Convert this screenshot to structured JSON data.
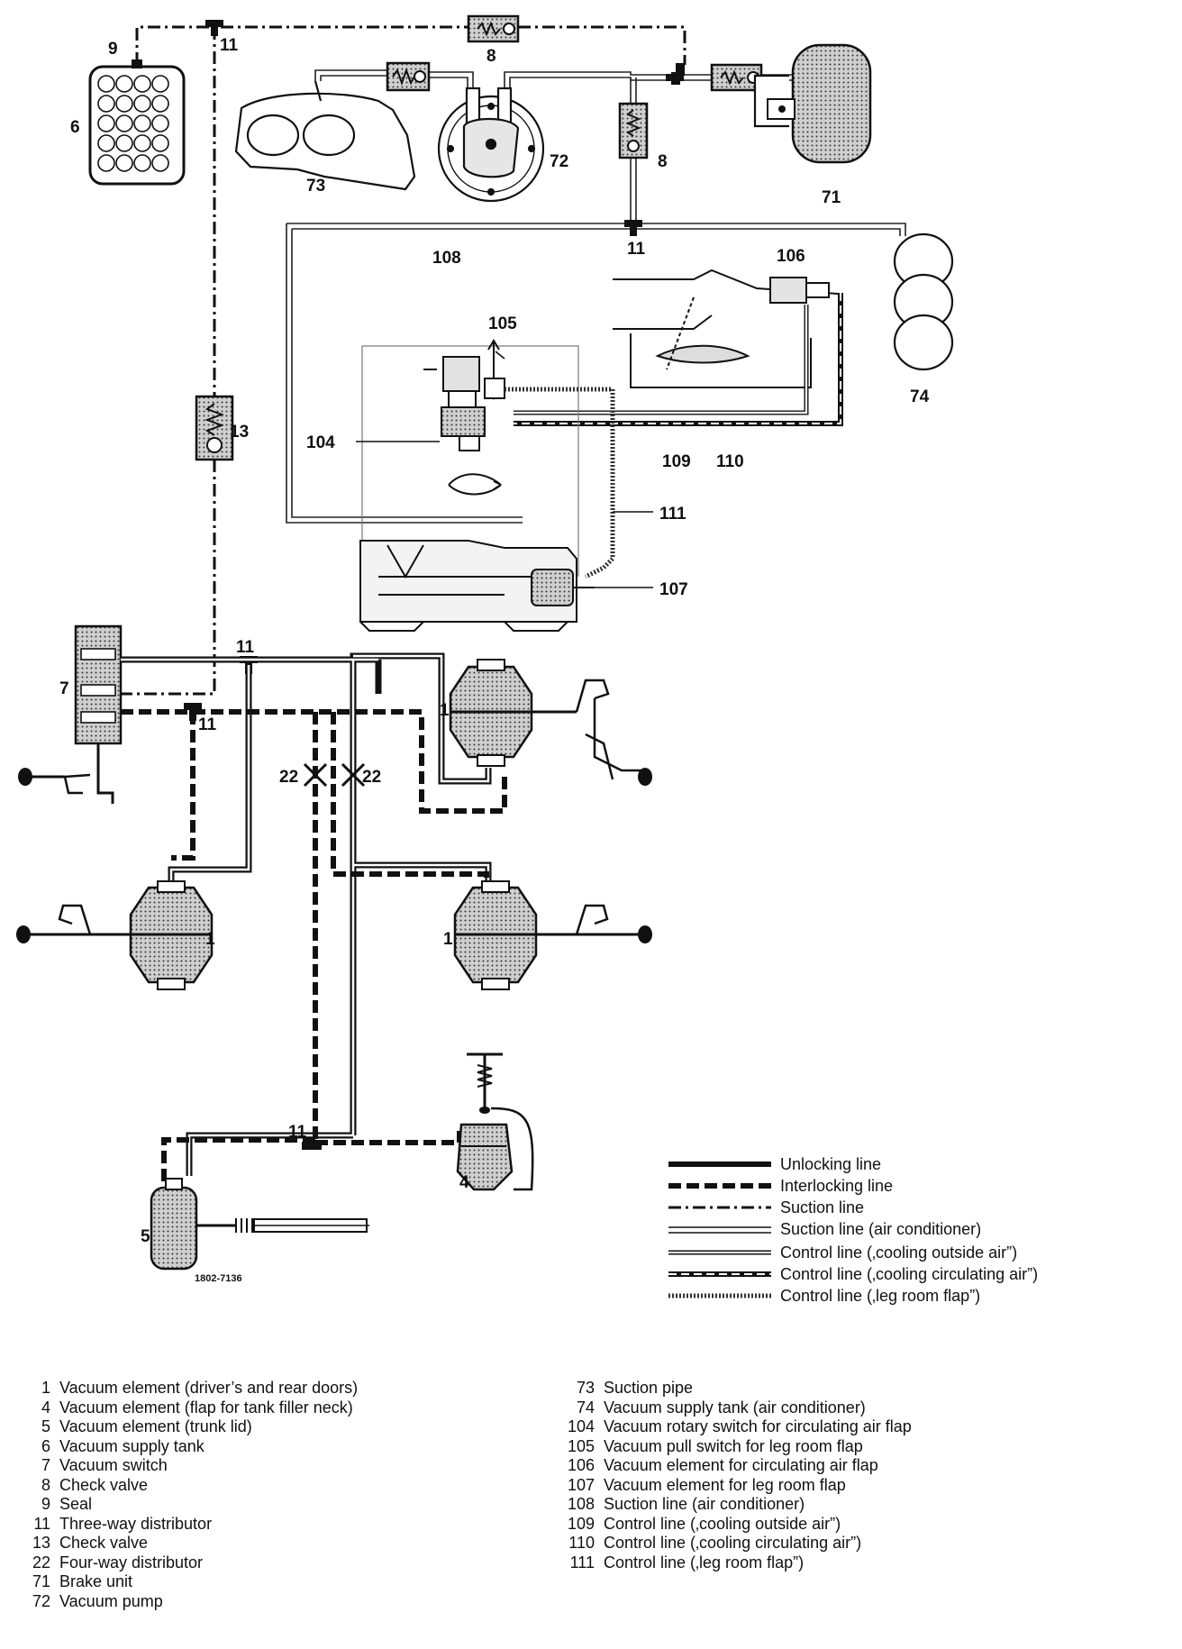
{
  "figure_id": "1802-7136",
  "callouts": {
    "c1a": "1",
    "c1b": "1",
    "c1c": "1",
    "c4": "4",
    "c5": "5",
    "c6": "6",
    "c7": "7",
    "c8a": "8",
    "c8b": "8",
    "c9": "9",
    "c11a": "11",
    "c11b": "11",
    "c11c": "11",
    "c11d": "11",
    "c11e": "11",
    "c13": "13",
    "c22a": "22",
    "c22b": "22",
    "c71": "71",
    "c72": "72",
    "c73": "73",
    "c74": "74",
    "c104": "104",
    "c105": "105",
    "c106": "106",
    "c107": "107",
    "c108": "108",
    "c109": "109",
    "c110": "110",
    "c111": "111"
  },
  "legend": [
    {
      "style": "unlocking",
      "label": "Unlocking line"
    },
    {
      "style": "interlocking",
      "label": "Interlocking line"
    },
    {
      "style": "suction",
      "label": "Suction line"
    },
    {
      "style": "suction-ac",
      "label": "Suction line (air conditioner)"
    },
    {
      "style": "control-outside",
      "label": "Control line (‚cooling outside air”)"
    },
    {
      "style": "control-circulating",
      "label": "Control line (‚cooling circulating air”)"
    },
    {
      "style": "control-legroom",
      "label": "Control line (‚leg room flap”)"
    }
  ],
  "captions_left": [
    {
      "num": "1",
      "text": "Vacuum element (driver’s and rear doors)"
    },
    {
      "num": "4",
      "text": "Vacuum element (flap for tank filler neck)"
    },
    {
      "num": "5",
      "text": "Vacuum element (trunk lid)"
    },
    {
      "num": "6",
      "text": "Vacuum supply tank"
    },
    {
      "num": "7",
      "text": "Vacuum switch"
    },
    {
      "num": "8",
      "text": "Check valve"
    },
    {
      "num": "9",
      "text": "Seal"
    },
    {
      "num": "11",
      "text": "Three-way distributor"
    },
    {
      "num": "13",
      "text": "Check valve"
    },
    {
      "num": "22",
      "text": "Four-way distributor"
    },
    {
      "num": "71",
      "text": "Brake unit"
    },
    {
      "num": "72",
      "text": "Vacuum pump"
    }
  ],
  "captions_right": [
    {
      "num": "73",
      "text": "Suction pipe"
    },
    {
      "num": "74",
      "text": "Vacuum supply tank (air conditioner)"
    },
    {
      "num": "104",
      "text": "Vacuum rotary switch for circulating air flap"
    },
    {
      "num": "105",
      "text": "Vacuum pull switch for leg room flap"
    },
    {
      "num": "106",
      "text": "Vacuum element for circulating air flap"
    },
    {
      "num": "107",
      "text": "Vacuum element for leg room flap"
    },
    {
      "num": "108",
      "text": "Suction line (air conditioner)"
    },
    {
      "num": "109",
      "text": "Control line (‚cooling outside air”)"
    },
    {
      "num": "110",
      "text": "Control line (‚cooling circulating air”)"
    },
    {
      "num": "111",
      "text": "Control line (‚leg room flap”)"
    }
  ]
}
